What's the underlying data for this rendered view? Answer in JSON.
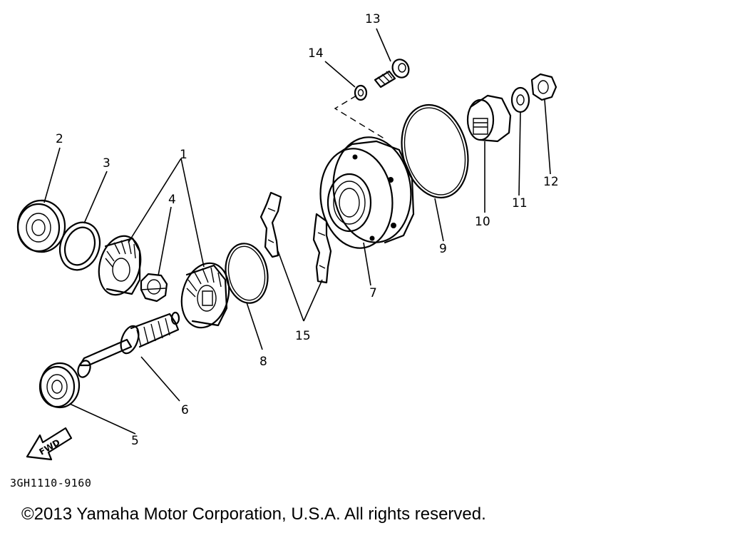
{
  "diagram": {
    "callouts": {
      "c1": "1",
      "c2": "2",
      "c3": "3",
      "c4": "4",
      "c5": "5",
      "c6": "6",
      "c7": "7",
      "c8": "8",
      "c9": "9",
      "c10": "10",
      "c11": "11",
      "c12": "12",
      "c13": "13",
      "c14": "14",
      "c15": "15"
    },
    "fwd_label": "FWD",
    "diagram_code": "3GH1110-9160"
  },
  "footer": {
    "copyright": "©2013 Yamaha Motor Corporation, U.S.A. All rights reserved."
  }
}
